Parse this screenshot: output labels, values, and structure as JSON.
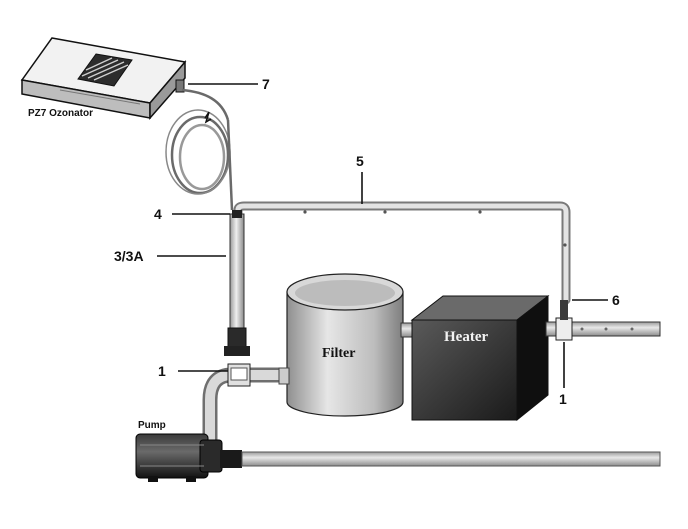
{
  "labels": {
    "ozonator": "PZ7 Ozonator",
    "pump": "Pump",
    "filter": "Filter",
    "heater": "Heater"
  },
  "callouts": {
    "c7": "7",
    "c5": "5",
    "c4": "4",
    "c3": "3/3A",
    "c6": "6",
    "c1_left": "1",
    "c1_right": "1"
  },
  "colors": {
    "pipe_gray": "#c8c8c8",
    "heater_dark": "#2a2a2a",
    "pump_dark": "#1e1e1e",
    "line": "#111111"
  }
}
